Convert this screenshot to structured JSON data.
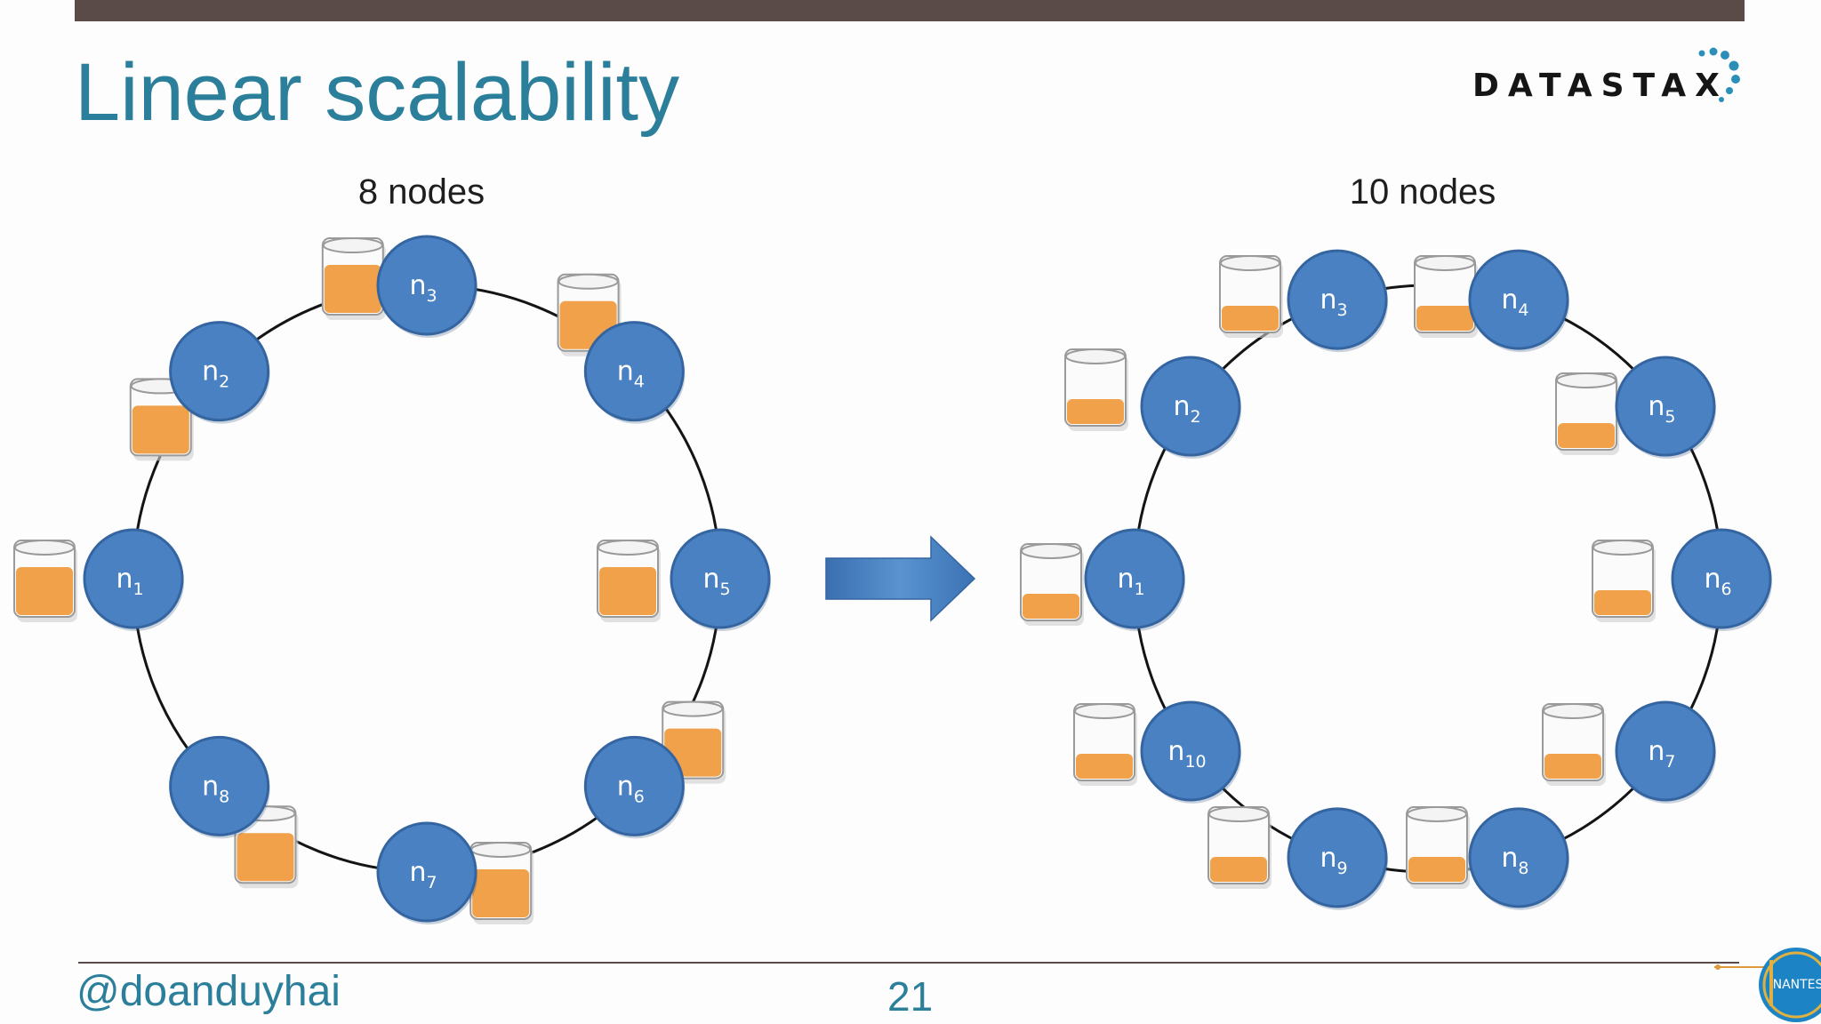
{
  "slide": {
    "title": "Linear scalability",
    "logo_text": "DATASTAX",
    "footer_handle": "@doanduyhai",
    "page_number": "21",
    "corner_badge_text": "NANTES"
  },
  "colors": {
    "title": "#2b7f9a",
    "top_bar": "#5b4b48",
    "node_fill": "#4a81c2",
    "node_stroke": "#3565a0",
    "fill_level": "#f0a14a",
    "ring": "#141414",
    "arrow": "#4a82c3"
  },
  "clusters": [
    {
      "caption": "8 nodes",
      "nodes": [
        {
          "label": "n",
          "sub": "1",
          "fill_level": 0.65
        },
        {
          "label": "n",
          "sub": "2",
          "fill_level": 0.65
        },
        {
          "label": "n",
          "sub": "3",
          "fill_level": 0.65
        },
        {
          "label": "n",
          "sub": "4",
          "fill_level": 0.65
        },
        {
          "label": "n",
          "sub": "5",
          "fill_level": 0.65
        },
        {
          "label": "n",
          "sub": "6",
          "fill_level": 0.65
        },
        {
          "label": "n",
          "sub": "7",
          "fill_level": 0.65
        },
        {
          "label": "n",
          "sub": "8",
          "fill_level": 0.65
        }
      ]
    },
    {
      "caption": "10 nodes",
      "nodes": [
        {
          "label": "n",
          "sub": "1",
          "fill_level": 0.35
        },
        {
          "label": "n",
          "sub": "2",
          "fill_level": 0.35
        },
        {
          "label": "n",
          "sub": "3",
          "fill_level": 0.35
        },
        {
          "label": "n",
          "sub": "4",
          "fill_level": 0.35
        },
        {
          "label": "n",
          "sub": "5",
          "fill_level": 0.35
        },
        {
          "label": "n",
          "sub": "6",
          "fill_level": 0.35
        },
        {
          "label": "n",
          "sub": "7",
          "fill_level": 0.35
        },
        {
          "label": "n",
          "sub": "8",
          "fill_level": 0.35
        },
        {
          "label": "n",
          "sub": "9",
          "fill_level": 0.35
        },
        {
          "label": "n",
          "sub": "10",
          "fill_level": 0.35
        }
      ]
    }
  ]
}
